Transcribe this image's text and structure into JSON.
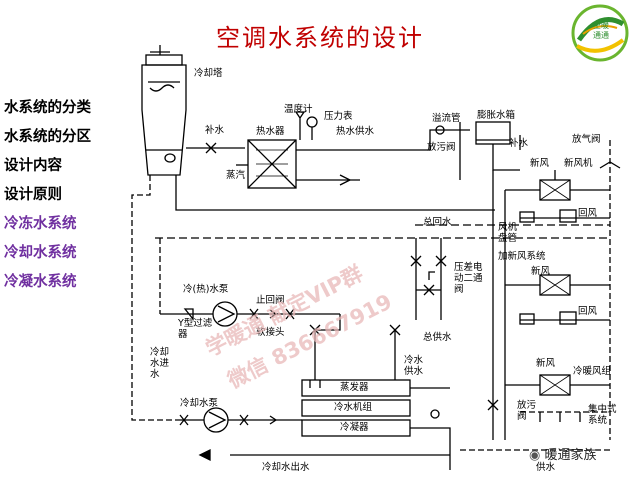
{
  "title": "空调水系统的设计",
  "logo_text": [
    "空暖",
    "通通"
  ],
  "sidebar": {
    "items": [
      {
        "label": "水系统的分类",
        "color": "#000000"
      },
      {
        "label": "水系统的分区",
        "color": "#000000"
      },
      {
        "label": "设计内容",
        "color": "#000000"
      },
      {
        "label": "设计原则",
        "color": "#000000"
      },
      {
        "label": "冷冻水系统",
        "color": "#7030a0"
      },
      {
        "label": "冷却水系统",
        "color": "#7030a0"
      },
      {
        "label": "冷凝水系统",
        "color": "#7030a0"
      }
    ]
  },
  "diagram": {
    "cooling_tower": "冷却塔",
    "makeup_water": "补水",
    "thermometer": "温度计",
    "pressure_gauge": "压力表",
    "heat_exchanger": "热水器",
    "hot_water_supply": "热水供水",
    "steam": "蒸汽",
    "overflow_pipe": "溢流管",
    "expansion_tank": "膨胀水箱",
    "drain_valve": "放污阀",
    "makeup_water_2": "补水",
    "vent_valve": "放气阀",
    "fresh_air": "新风",
    "fresh_air_unit": "新风机",
    "return_air": "回风",
    "fan_coil_header": "风机盘管",
    "humidified_fresh_air_system": "加新风系统",
    "total_return_water": "总回水",
    "dp_electric_valve": "压差电动二通阀",
    "chilled_hot_pump": "冷(热)水泵",
    "check_valve": "止回阀",
    "y_strainer": "Y型过滤器",
    "flex_joint": "软接头",
    "total_supply_water": "总供水",
    "cooling_water_inlet": "冷却水进水",
    "chilled_water_supply": "冷水供水",
    "evaporator": "蒸发器",
    "chiller_unit": "冷水机组",
    "condenser": "冷凝器",
    "cooling_water_pump": "冷却水泵",
    "fresh_air_2": "新风",
    "return_air_2": "回风",
    "fresh_air_3": "新风",
    "cooling_fan_group": "冷暖风组",
    "central_system": "集中式系统",
    "drain_valve_2": "放污阀",
    "cooling_water_outlet": "冷却水出水",
    "supply_water": "供水"
  },
  "watermark": {
    "line1": "学暖通 献定VIP群",
    "line2": "微信 836667919"
  },
  "brand": "暖通家族"
}
